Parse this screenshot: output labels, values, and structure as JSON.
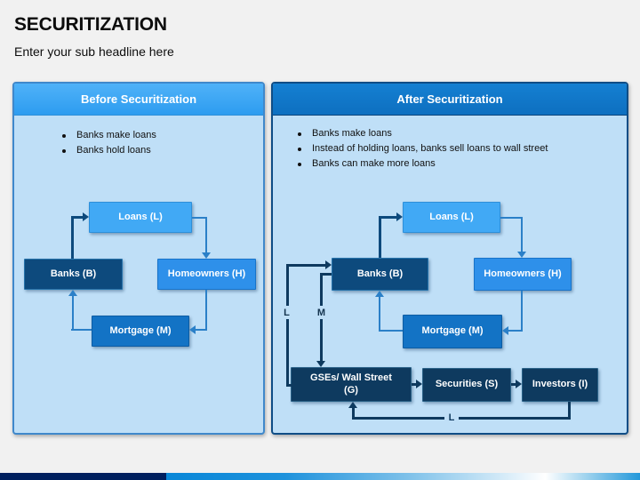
{
  "slide": {
    "title": "SECURITIZATION",
    "subtitle": "Enter your sub headline here"
  },
  "colors": {
    "background": "#f1f1f1",
    "panel_body": "#bfdff7",
    "before_header": "#3ba6f5",
    "before_border": "#3f88cb",
    "after_header": "#0e74c8",
    "after_border": "#0f4d86",
    "box_loans": "#41a9f5",
    "box_homeowners": "#2e90ea",
    "box_mortgage": "#1373c5",
    "box_banks": "#0d4a7d",
    "box_gse_row": "#0e3a5f",
    "arrow_light": "#2b80c8",
    "arrow_dark": "#0d4a7d",
    "footer_navy": "#001f5e",
    "footer_blue": "#0987d8"
  },
  "before_panel": {
    "header": "Before Securitization",
    "bullets": [
      "Banks make loans",
      "Banks hold loans"
    ],
    "boxes": {
      "loans": "Loans (L)",
      "banks": "Banks (B)",
      "homeowners": "Homeowners (H)",
      "mortgage": "Mortgage (M)"
    }
  },
  "after_panel": {
    "header": "After Securitization",
    "bullets": [
      "Banks make loans",
      "Instead of holding loans, banks sell loans to wall street",
      "Banks can make more loans"
    ],
    "boxes": {
      "loans": "Loans (L)",
      "banks": "Banks (B)",
      "homeowners": "Homeowners (H)",
      "mortgage": "Mortgage (M)",
      "gses_line1": "GSEs/ Wall Street",
      "gses_line2": "(G)",
      "securities": "Securities (S)",
      "investors": "Investors (I)"
    },
    "flow_labels": {
      "loans_to_banks": "L",
      "mortgage_to_gses": "M",
      "investors_to_gses": "L"
    }
  }
}
